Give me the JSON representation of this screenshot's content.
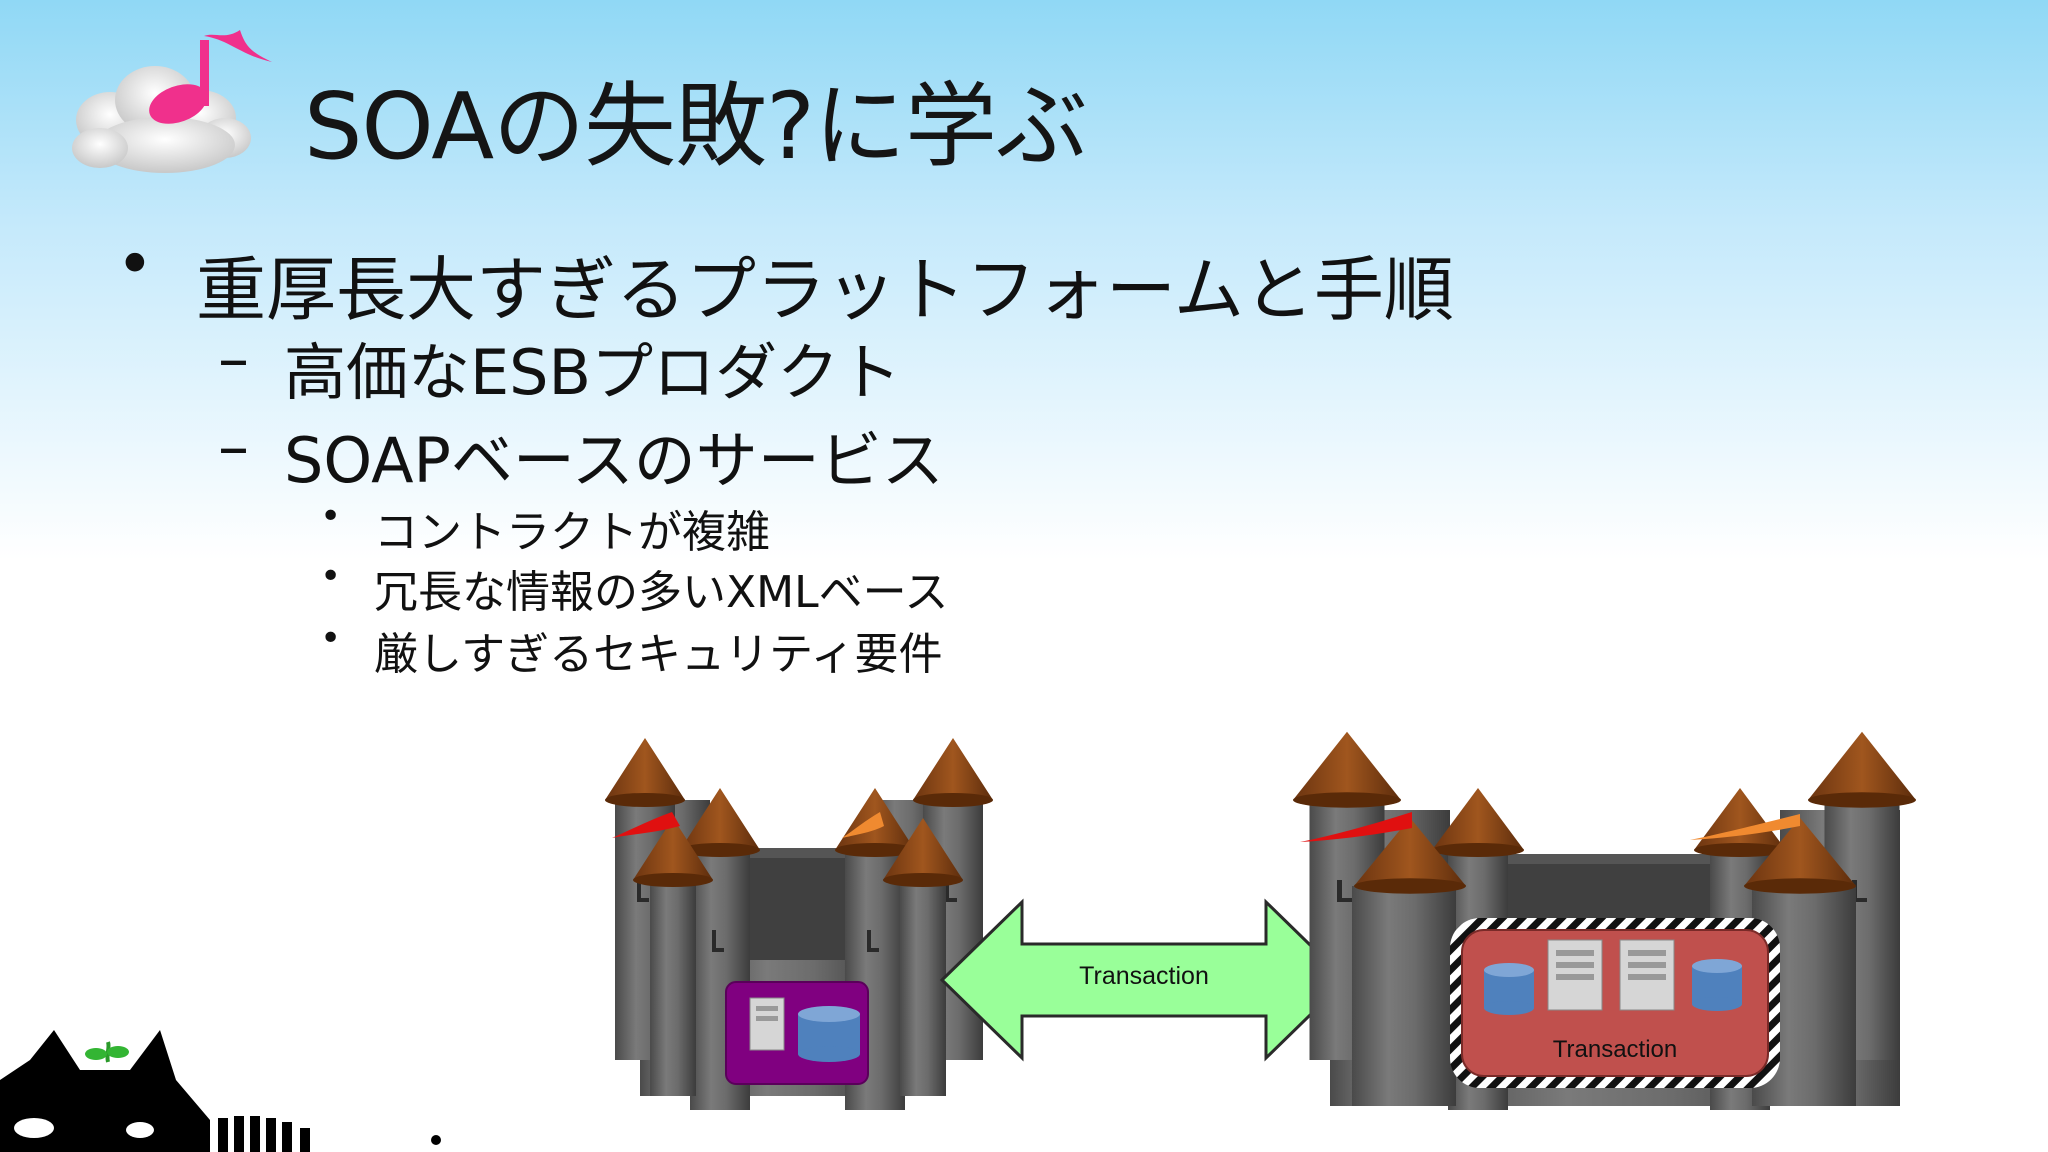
{
  "slide": {
    "title": "SOAの失敗?に学ぶ",
    "bullet_main": "重厚長大すぎるプラットフォームと手順",
    "sub_bullets": [
      "高価なESBプロダクト",
      "SOAPベースのサービス"
    ],
    "sub_sub_bullets": [
      "コントラクトが複雑",
      "冗長な情報の多いXMLベース",
      "厳しすぎるセキュリティ要件"
    ],
    "bullet_marker": "•",
    "dash_marker": "–"
  },
  "diagram": {
    "arrow_label": "Transaction",
    "right_box_label": "Transaction",
    "colors": {
      "arrow_fill": "#99ff99",
      "left_box_fill": "#800080",
      "right_box_fill": "#c0504d",
      "castle_stone": "#636363",
      "roof": "#8b4513",
      "database": "#4f81bd"
    }
  }
}
